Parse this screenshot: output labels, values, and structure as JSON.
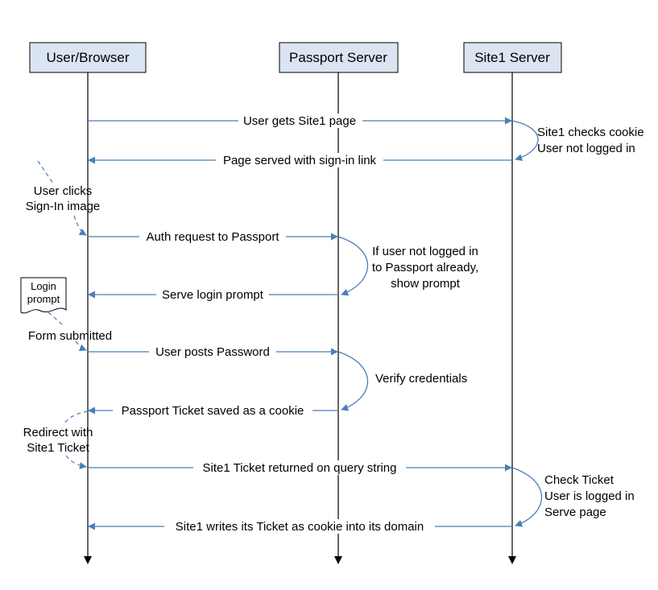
{
  "participants": [
    {
      "id": "user",
      "name": "User/Browser"
    },
    {
      "id": "passport",
      "name": "Passport Server"
    },
    {
      "id": "site1",
      "name": "Site1 Server"
    }
  ],
  "messages": [
    {
      "from": "user",
      "to": "site1",
      "label": "User gets Site1 page"
    },
    {
      "from": "site1",
      "to": "user",
      "label": "Page served with sign-in link"
    },
    {
      "from": "user",
      "to": "passport",
      "label": "Auth request to Passport"
    },
    {
      "from": "passport",
      "to": "user",
      "label": "Serve login prompt"
    },
    {
      "from": "user",
      "to": "passport",
      "label": "User posts Password"
    },
    {
      "from": "passport",
      "to": "user",
      "label": "Passport Ticket saved as a cookie"
    },
    {
      "from": "user",
      "to": "site1",
      "label": "Site1 Ticket returned on query string"
    },
    {
      "from": "site1",
      "to": "user",
      "label": "Site1 writes its Ticket as cookie into its domain"
    }
  ],
  "notes": [
    {
      "id": "site1-check-cookie",
      "lines": [
        "Site1 checks cookie",
        "User not logged in"
      ]
    },
    {
      "id": "passport-show-prompt",
      "lines": [
        "If user not logged in",
        "to Passport already,",
        "show prompt"
      ]
    },
    {
      "id": "passport-verify",
      "lines": [
        "Verify credentials"
      ]
    },
    {
      "id": "site1-check-ticket",
      "lines": [
        "Check Ticket",
        "User is logged in",
        "Serve page"
      ]
    },
    {
      "id": "user-clicks",
      "lines": [
        "User clicks",
        "Sign-In image"
      ]
    },
    {
      "id": "form-submitted",
      "lines": [
        "Form submitted"
      ]
    },
    {
      "id": "redirect",
      "lines": [
        "Redirect with",
        "Site1 Ticket"
      ]
    }
  ],
  "document_icon": {
    "lines": [
      "Login",
      "prompt"
    ]
  },
  "colors": {
    "arrow": "#4a7ebb",
    "header_fill": "#dbe5f1",
    "lifeline": "#000000"
  }
}
